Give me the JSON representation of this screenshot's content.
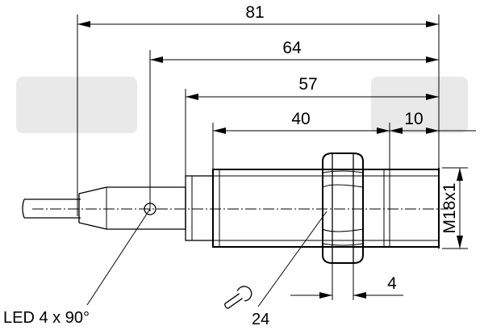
{
  "dimensions": {
    "overall_length": "81",
    "length_to_led": "64",
    "housing_length": "57",
    "thread_length": "40",
    "front_length": "10",
    "nut_width": "4",
    "thread_size": "M18x1"
  },
  "labels": {
    "led": "LED 4 x 90°",
    "wrench_size": "24"
  },
  "colors": {
    "lines": "#000000",
    "background": "#ffffff",
    "watermark": "#e9e9e9"
  },
  "icons": [
    "wrench-icon"
  ]
}
